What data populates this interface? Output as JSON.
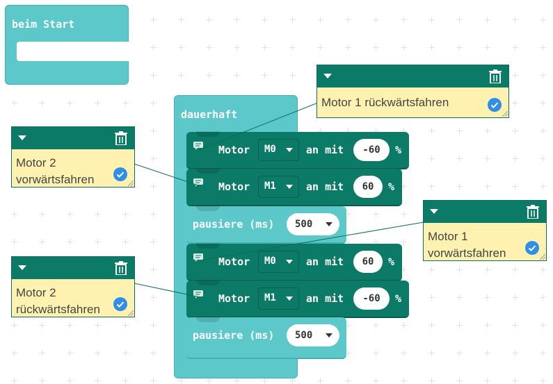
{
  "blocks": {
    "on_start": {
      "label": "beim Start"
    },
    "forever": {
      "label": "dauerhaft"
    },
    "statements": [
      {
        "kind": "motor",
        "keyword": "Motor",
        "port": "M0",
        "with": "an mit",
        "speed": "-60",
        "unit": "%"
      },
      {
        "kind": "motor",
        "keyword": "Motor",
        "port": "M1",
        "with": "an mit",
        "speed": "60",
        "unit": "%"
      },
      {
        "kind": "pause",
        "keyword": "pausiere (ms)",
        "value": "500"
      },
      {
        "kind": "motor",
        "keyword": "Motor",
        "port": "M0",
        "with": "an mit",
        "speed": "60",
        "unit": "%"
      },
      {
        "kind": "motor",
        "keyword": "Motor",
        "port": "M1",
        "with": "an mit",
        "speed": "-60",
        "unit": "%"
      },
      {
        "kind": "pause",
        "keyword": "pausiere (ms)",
        "value": "500"
      }
    ]
  },
  "comments": [
    {
      "text": "Motor 1 rückwärtsfahren"
    },
    {
      "text": "Motor 2 vorwärtsfahren"
    },
    {
      "text": "Motor 1 vorwärtsfahren"
    },
    {
      "text": "Motor 2 rückwärtsfahren"
    }
  ],
  "colors": {
    "motor_block": "#0b7a66",
    "basic_block": "#5cc8c9",
    "comment_bg": "#fff2b0",
    "check": "#2f8fe8"
  },
  "icons": {
    "dropdown": "triangle-down-icon",
    "trash": "trash-icon",
    "check": "check-circle-icon",
    "comment": "comment-icon"
  }
}
